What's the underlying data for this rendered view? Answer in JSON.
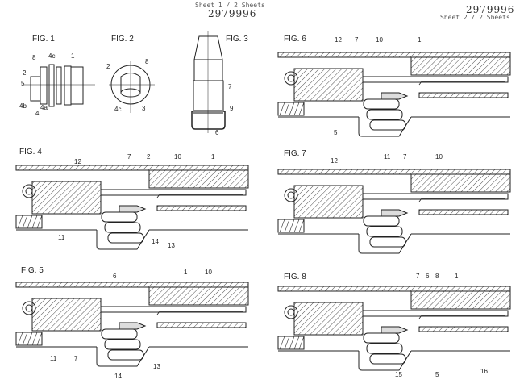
{
  "header": {
    "left_sheet": "Sheet 1 / 2 Sheets",
    "left_number": "2979996",
    "right_number": "2979996",
    "right_sheet": "Sheet 2 / 2 Sheets"
  },
  "figures": {
    "fig1": {
      "title": "FIG. 1",
      "labels": [
        "8",
        "4c",
        "1",
        "2",
        "5",
        "4b",
        "4",
        "4a"
      ]
    },
    "fig2": {
      "title": "FIG. 2",
      "labels": [
        "2",
        "8",
        "4c",
        "3"
      ]
    },
    "fig3": {
      "title": "FIG. 3",
      "labels": [
        "7",
        "9",
        "6"
      ]
    },
    "fig4": {
      "title": "FIG. 4",
      "labels": [
        "12",
        "7",
        "2",
        "10",
        "1",
        "11",
        "14",
        "13"
      ]
    },
    "fig5": {
      "title": "FIG. 5",
      "labels": [
        "6",
        "1",
        "10",
        "11",
        "7",
        "14",
        "13"
      ]
    },
    "fig6": {
      "title": "FIG. 6",
      "labels": [
        "12",
        "7",
        "10",
        "1",
        "5"
      ]
    },
    "fig7": {
      "title": "FIG. 7",
      "labels": [
        "12",
        "11",
        "7",
        "10"
      ]
    },
    "fig8": {
      "title": "FIG. 8",
      "labels": [
        "7",
        "6",
        "8",
        "1",
        "15",
        "5",
        "16"
      ]
    }
  }
}
